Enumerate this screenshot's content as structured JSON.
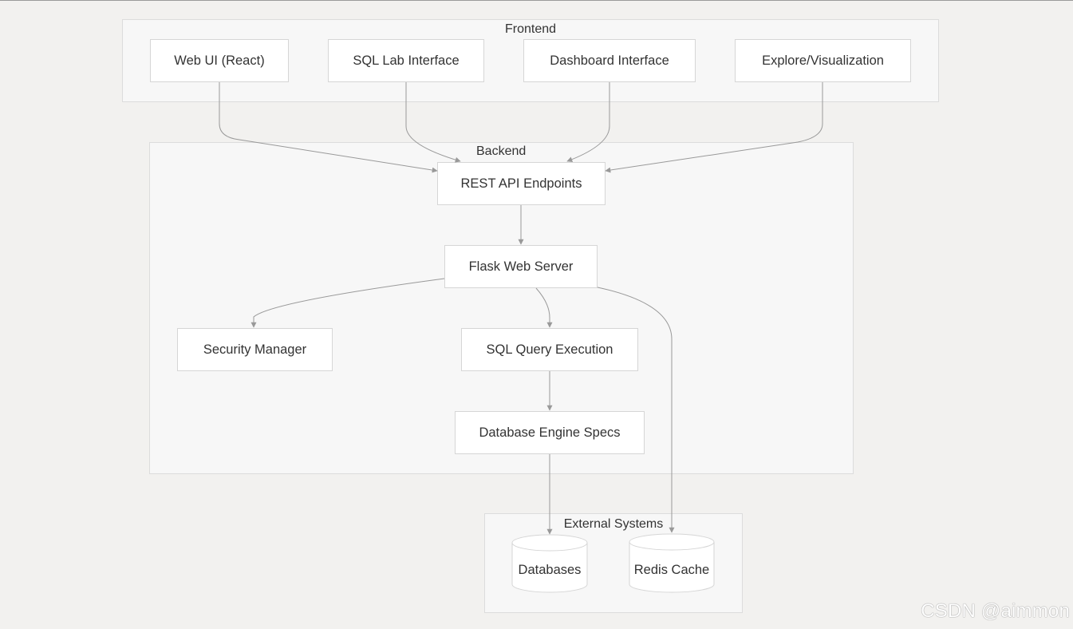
{
  "groups": {
    "frontend": "Frontend",
    "backend": "Backend",
    "external": "External Systems"
  },
  "nodes": {
    "web_ui": "Web UI (React)",
    "sql_lab": "SQL Lab Interface",
    "dashboard": "Dashboard Interface",
    "explore": "Explore/Visualization",
    "rest_api": "REST API Endpoints",
    "flask": "Flask Web Server",
    "security": "Security Manager",
    "sql_exec": "SQL Query Execution",
    "db_specs": "Database Engine Specs",
    "databases": "Databases",
    "redis": "Redis Cache"
  },
  "watermark": "CSDN @aimmon",
  "colors": {
    "background": "#f2f1ef",
    "group_fill": "#f7f7f7",
    "node_fill": "#ffffff",
    "border": "#d6d6d6",
    "edge": "#999999"
  }
}
